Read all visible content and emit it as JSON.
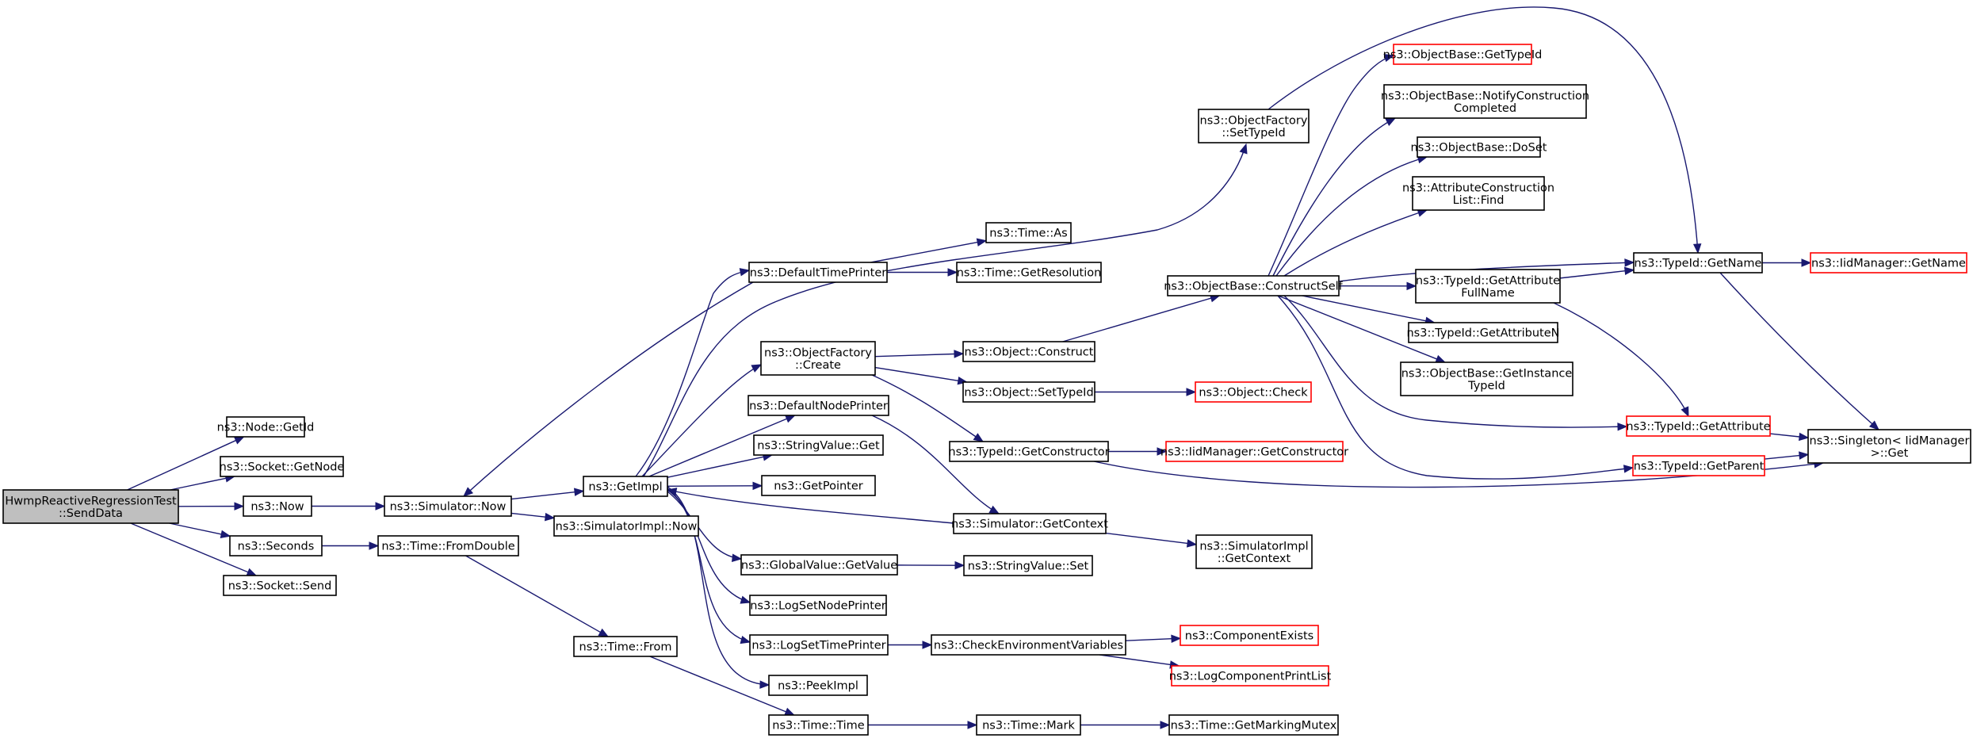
{
  "graph": {
    "colors": {
      "edge": "#191970",
      "node_border": "#000000",
      "truncated_border": "#ff0000",
      "root_fill": "#bfbfbf",
      "node_fill": "#ffffff"
    },
    "nodes": [
      {
        "id": "root",
        "lines": [
          "HwmpReactiveRegressionTest",
          "::SendData"
        ],
        "style": "root"
      },
      {
        "id": "node_getid",
        "lines": [
          "ns3::Node::GetId"
        ],
        "style": "normal"
      },
      {
        "id": "socket_getnode",
        "lines": [
          "ns3::Socket::GetNode"
        ],
        "style": "normal"
      },
      {
        "id": "now",
        "lines": [
          "ns3::Now"
        ],
        "style": "normal"
      },
      {
        "id": "seconds",
        "lines": [
          "ns3::Seconds"
        ],
        "style": "normal"
      },
      {
        "id": "socket_send",
        "lines": [
          "ns3::Socket::Send"
        ],
        "style": "normal"
      },
      {
        "id": "sim_now",
        "lines": [
          "ns3::Simulator::Now"
        ],
        "style": "normal"
      },
      {
        "id": "time_fromdouble",
        "lines": [
          "ns3::Time::FromDouble"
        ],
        "style": "normal"
      },
      {
        "id": "getimpl",
        "lines": [
          "ns3::GetImpl"
        ],
        "style": "normal"
      },
      {
        "id": "simimpl_now",
        "lines": [
          "ns3::SimulatorImpl::Now"
        ],
        "style": "normal"
      },
      {
        "id": "time_from",
        "lines": [
          "ns3::Time::From"
        ],
        "style": "normal"
      },
      {
        "id": "default_time_printer",
        "lines": [
          "ns3::DefaultTimePrinter"
        ],
        "style": "normal"
      },
      {
        "id": "objfactory_create",
        "lines": [
          "ns3::ObjectFactory",
          "::Create"
        ],
        "style": "normal"
      },
      {
        "id": "default_node_printer",
        "lines": [
          "ns3::DefaultNodePrinter"
        ],
        "style": "normal"
      },
      {
        "id": "stringvalue_get",
        "lines": [
          "ns3::StringValue::Get"
        ],
        "style": "normal"
      },
      {
        "id": "getpointer",
        "lines": [
          "ns3::GetPointer"
        ],
        "style": "normal"
      },
      {
        "id": "globalvalue_getvalue",
        "lines": [
          "ns3::GlobalValue::GetValue"
        ],
        "style": "normal"
      },
      {
        "id": "logsetnodeprinter",
        "lines": [
          "ns3::LogSetNodePrinter"
        ],
        "style": "normal"
      },
      {
        "id": "logsettimeprinter",
        "lines": [
          "ns3::LogSetTimePrinter"
        ],
        "style": "normal"
      },
      {
        "id": "peekimpl",
        "lines": [
          "ns3::PeekImpl"
        ],
        "style": "normal"
      },
      {
        "id": "time_time",
        "lines": [
          "ns3::Time::Time"
        ],
        "style": "normal"
      },
      {
        "id": "time_as",
        "lines": [
          "ns3::Time::As"
        ],
        "style": "normal"
      },
      {
        "id": "time_getresolution",
        "lines": [
          "ns3::Time::GetResolution"
        ],
        "style": "normal"
      },
      {
        "id": "object_construct",
        "lines": [
          "ns3::Object::Construct"
        ],
        "style": "normal"
      },
      {
        "id": "object_settypeid",
        "lines": [
          "ns3::Object::SetTypeId"
        ],
        "style": "normal"
      },
      {
        "id": "typeid_getconstructor",
        "lines": [
          "ns3::TypeId::GetConstructor"
        ],
        "style": "normal"
      },
      {
        "id": "sim_getcontext",
        "lines": [
          "ns3::Simulator::GetContext"
        ],
        "style": "normal"
      },
      {
        "id": "stringvalue_set",
        "lines": [
          "ns3::StringValue::Set"
        ],
        "style": "normal"
      },
      {
        "id": "checkenv",
        "lines": [
          "ns3::CheckEnvironmentVariables"
        ],
        "style": "normal"
      },
      {
        "id": "time_mark",
        "lines": [
          "ns3::Time::Mark"
        ],
        "style": "normal"
      },
      {
        "id": "objfactory_settypeid",
        "lines": [
          "ns3::ObjectFactory",
          "::SetTypeId"
        ],
        "style": "normal"
      },
      {
        "id": "objbase_constructself",
        "lines": [
          "ns3::ObjectBase::ConstructSelf"
        ],
        "style": "normal"
      },
      {
        "id": "object_check",
        "lines": [
          "ns3::Object::Check"
        ],
        "style": "truncated"
      },
      {
        "id": "iidmanager_getconstructor",
        "lines": [
          "ns3::IidManager::GetConstructor"
        ],
        "style": "truncated"
      },
      {
        "id": "simimpl_getcontext",
        "lines": [
          "ns3::SimulatorImpl",
          "::GetContext"
        ],
        "style": "normal"
      },
      {
        "id": "componentexists",
        "lines": [
          "ns3::ComponentExists"
        ],
        "style": "truncated"
      },
      {
        "id": "logcomponentprintlist",
        "lines": [
          "ns3::LogComponentPrintList"
        ],
        "style": "truncated"
      },
      {
        "id": "time_getmarkingmutex",
        "lines": [
          "ns3::Time::GetMarkingMutex"
        ],
        "style": "normal"
      },
      {
        "id": "objbase_gettypeid",
        "lines": [
          "ns3::ObjectBase::GetTypeId"
        ],
        "style": "truncated"
      },
      {
        "id": "objbase_notify",
        "lines": [
          "ns3::ObjectBase::NotifyConstruction",
          "Completed"
        ],
        "style": "normal"
      },
      {
        "id": "objbase_doset",
        "lines": [
          "ns3::ObjectBase::DoSet"
        ],
        "style": "normal"
      },
      {
        "id": "attrconstlist_find",
        "lines": [
          "ns3::AttributeConstruction",
          "List::Find"
        ],
        "style": "normal"
      },
      {
        "id": "typeid_getattrfullname",
        "lines": [
          "ns3::TypeId::GetAttribute",
          "FullName"
        ],
        "style": "normal"
      },
      {
        "id": "typeid_getattributen",
        "lines": [
          "ns3::TypeId::GetAttributeN"
        ],
        "style": "normal"
      },
      {
        "id": "objbase_getinstancetypeid",
        "lines": [
          "ns3::ObjectBase::GetInstance",
          "TypeId"
        ],
        "style": "normal"
      },
      {
        "id": "typeid_getname",
        "lines": [
          "ns3::TypeId::GetName"
        ],
        "style": "normal"
      },
      {
        "id": "typeid_getattribute",
        "lines": [
          "ns3::TypeId::GetAttribute"
        ],
        "style": "truncated"
      },
      {
        "id": "typeid_getparent",
        "lines": [
          "ns3::TypeId::GetParent"
        ],
        "style": "truncated"
      },
      {
        "id": "iidmanager_getname",
        "lines": [
          "ns3::IidManager::GetName"
        ],
        "style": "truncated"
      },
      {
        "id": "singleton_get",
        "lines": [
          "ns3::Singleton< IidManager",
          " >::Get"
        ],
        "style": "normal"
      }
    ],
    "edges": [
      [
        "root",
        "node_getid"
      ],
      [
        "root",
        "socket_getnode"
      ],
      [
        "root",
        "now"
      ],
      [
        "root",
        "seconds"
      ],
      [
        "root",
        "socket_send"
      ],
      [
        "now",
        "sim_now"
      ],
      [
        "seconds",
        "time_fromdouble"
      ],
      [
        "sim_now",
        "getimpl"
      ],
      [
        "sim_now",
        "simimpl_now"
      ],
      [
        "time_fromdouble",
        "time_from"
      ],
      [
        "time_from",
        "time_time"
      ],
      [
        "getimpl",
        "default_time_printer"
      ],
      [
        "getimpl",
        "objfactory_create"
      ],
      [
        "getimpl",
        "default_node_printer"
      ],
      [
        "getimpl",
        "stringvalue_get"
      ],
      [
        "getimpl",
        "getpointer"
      ],
      [
        "getimpl",
        "globalvalue_getvalue"
      ],
      [
        "getimpl",
        "logsetnodeprinter"
      ],
      [
        "getimpl",
        "logsettimeprinter"
      ],
      [
        "getimpl",
        "peekimpl"
      ],
      [
        "getimpl",
        "objfactory_settypeid"
      ],
      [
        "default_time_printer",
        "sim_now"
      ],
      [
        "default_time_printer",
        "time_as"
      ],
      [
        "default_time_printer",
        "time_getresolution"
      ],
      [
        "objfactory_create",
        "object_construct"
      ],
      [
        "objfactory_create",
        "object_settypeid"
      ],
      [
        "objfactory_create",
        "typeid_getconstructor"
      ],
      [
        "default_node_printer",
        "sim_getcontext"
      ],
      [
        "sim_getcontext",
        "getimpl"
      ],
      [
        "sim_getcontext",
        "simimpl_getcontext"
      ],
      [
        "globalvalue_getvalue",
        "stringvalue_set"
      ],
      [
        "logsettimeprinter",
        "checkenv"
      ],
      [
        "checkenv",
        "componentexists"
      ],
      [
        "checkenv",
        "logcomponentprintlist"
      ],
      [
        "time_time",
        "time_mark"
      ],
      [
        "time_mark",
        "time_getmarkingmutex"
      ],
      [
        "object_construct",
        "objbase_constructself"
      ],
      [
        "object_settypeid",
        "object_check"
      ],
      [
        "typeid_getconstructor",
        "iidmanager_getconstructor"
      ],
      [
        "typeid_getconstructor",
        "singleton_get"
      ],
      [
        "objfactory_settypeid",
        "typeid_getname"
      ],
      [
        "objbase_constructself",
        "objbase_gettypeid"
      ],
      [
        "objbase_constructself",
        "objbase_notify"
      ],
      [
        "objbase_constructself",
        "objbase_doset"
      ],
      [
        "objbase_constructself",
        "attrconstlist_find"
      ],
      [
        "objbase_constructself",
        "typeid_getattrfullname"
      ],
      [
        "objbase_constructself",
        "typeid_getattributen"
      ],
      [
        "objbase_constructself",
        "objbase_getinstancetypeid"
      ],
      [
        "objbase_constructself",
        "typeid_getname"
      ],
      [
        "objbase_constructself",
        "typeid_getattribute"
      ],
      [
        "objbase_constructself",
        "typeid_getparent"
      ],
      [
        "typeid_getattrfullname",
        "typeid_getname"
      ],
      [
        "typeid_getattrfullname",
        "typeid_getattribute"
      ],
      [
        "typeid_getname",
        "iidmanager_getname"
      ],
      [
        "typeid_getname",
        "singleton_get"
      ],
      [
        "typeid_getattribute",
        "singleton_get"
      ],
      [
        "typeid_getparent",
        "singleton_get"
      ]
    ]
  }
}
